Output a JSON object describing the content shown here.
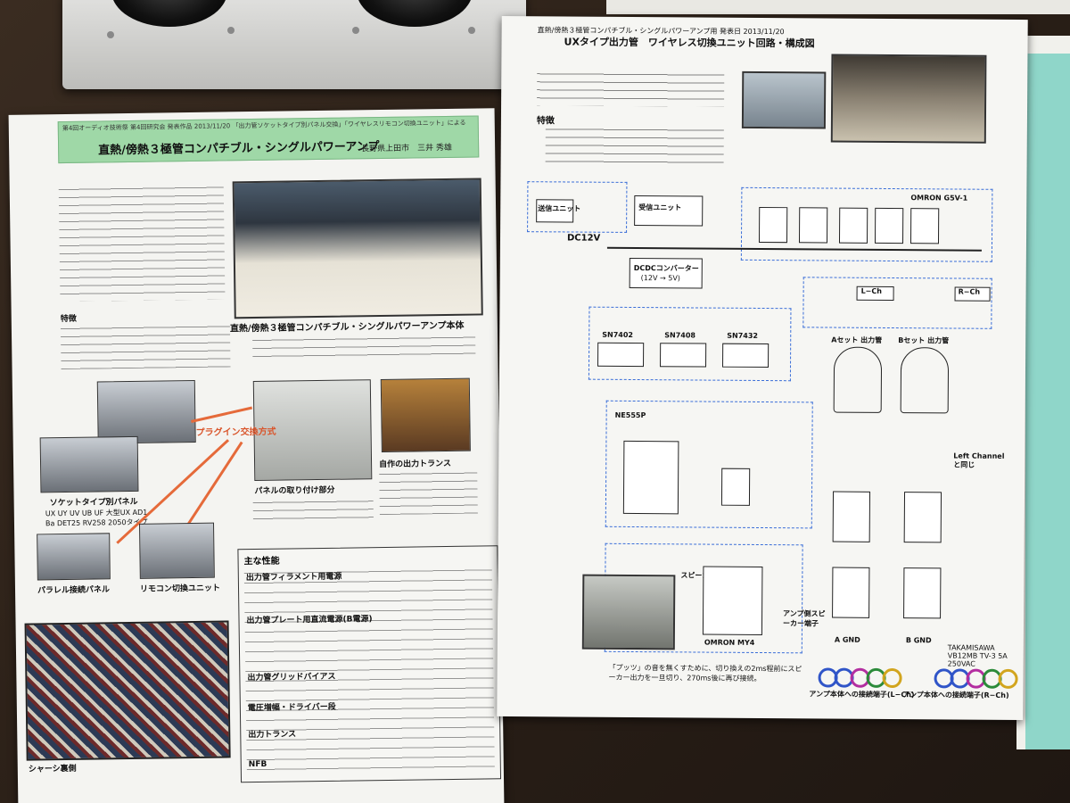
{
  "left_doc": {
    "header_small": "第4回オーディオ技術祭 第4回研究会 発表作品 2013/11/20 「出力管ソケットタイプ別パネル交換」「ワイヤレスリモコン切換ユニット」による",
    "title": "直熱/傍熱３極管コンパチブル・シングルパワーアンプ",
    "author": "長野県上田市　三井 秀雄",
    "photo_caption": "直熱/傍熱３極管コンパチブル・シングルパワーアンプ本体",
    "plugin_label": "プラグイン交換方式",
    "socket_panel": "ソケットタイプ別パネル",
    "socket_types": "UX UY UV UB UF 大型UX AD1 Ba DET25 RV258 2050タイプ",
    "parallel_panel": "パラレル接続パネル",
    "remote_unit": "リモコン切換ユニット",
    "panel_mount": "パネルの取り付け部分",
    "output_trans": "自作の出力トランス",
    "chassis_label": "シャーシ裏側",
    "specs_title": "主な性能",
    "specs_rows": [
      "出力管フィラメント用電源",
      "出力管プレート用直流電源(B電源)",
      "出力管グリッドバイアス",
      "電圧増幅・ドライバー段",
      "出力トランス",
      "NFB"
    ]
  },
  "right_doc": {
    "header_small": "直熱/傍熱３極管コンパチブル・シングルパワーアンプ用 発表日 2013/11/20",
    "title": "UXタイプ出力管　ワイヤレス切換ユニット回路・構成図",
    "features": "特徴",
    "dc_label": "DC12V",
    "converter": "DCDCコンバーター",
    "converter_spec": "(12V → 5V)",
    "receive_unit": "受信ユニット",
    "send_unit": "送信ユニット",
    "relay_label": "OMRON G5V-1",
    "ic1": "SN7402",
    "ic2": "SN7408",
    "ic3": "SN7432",
    "ic_timer": "NE555P",
    "lch": "L−Ch",
    "rch": "R−Ch",
    "tubeA": "Aセット 出力管",
    "tubeB": "Bセット 出力管",
    "speaker": "スピーカー",
    "amp_speaker_term": "アンプ側スピーカー端子",
    "left_channel": "Left Channel と同じ",
    "term_l": "アンプ本体への接続端子(L−Ch)",
    "term_r": "アンプ本体への接続端子(R−Ch)",
    "omron_my4": "OMRON MY4",
    "takamisawa": "TAKAMISAWA VB12MB TV-3 5A 250VAC",
    "agnd": "A GND",
    "bgnd": "B GND",
    "caption_bottom": "「プッツ」の音を無くすために、切り換えの2ms程前にスピーカー出力を一旦切り、270ms後に再び接続。"
  }
}
